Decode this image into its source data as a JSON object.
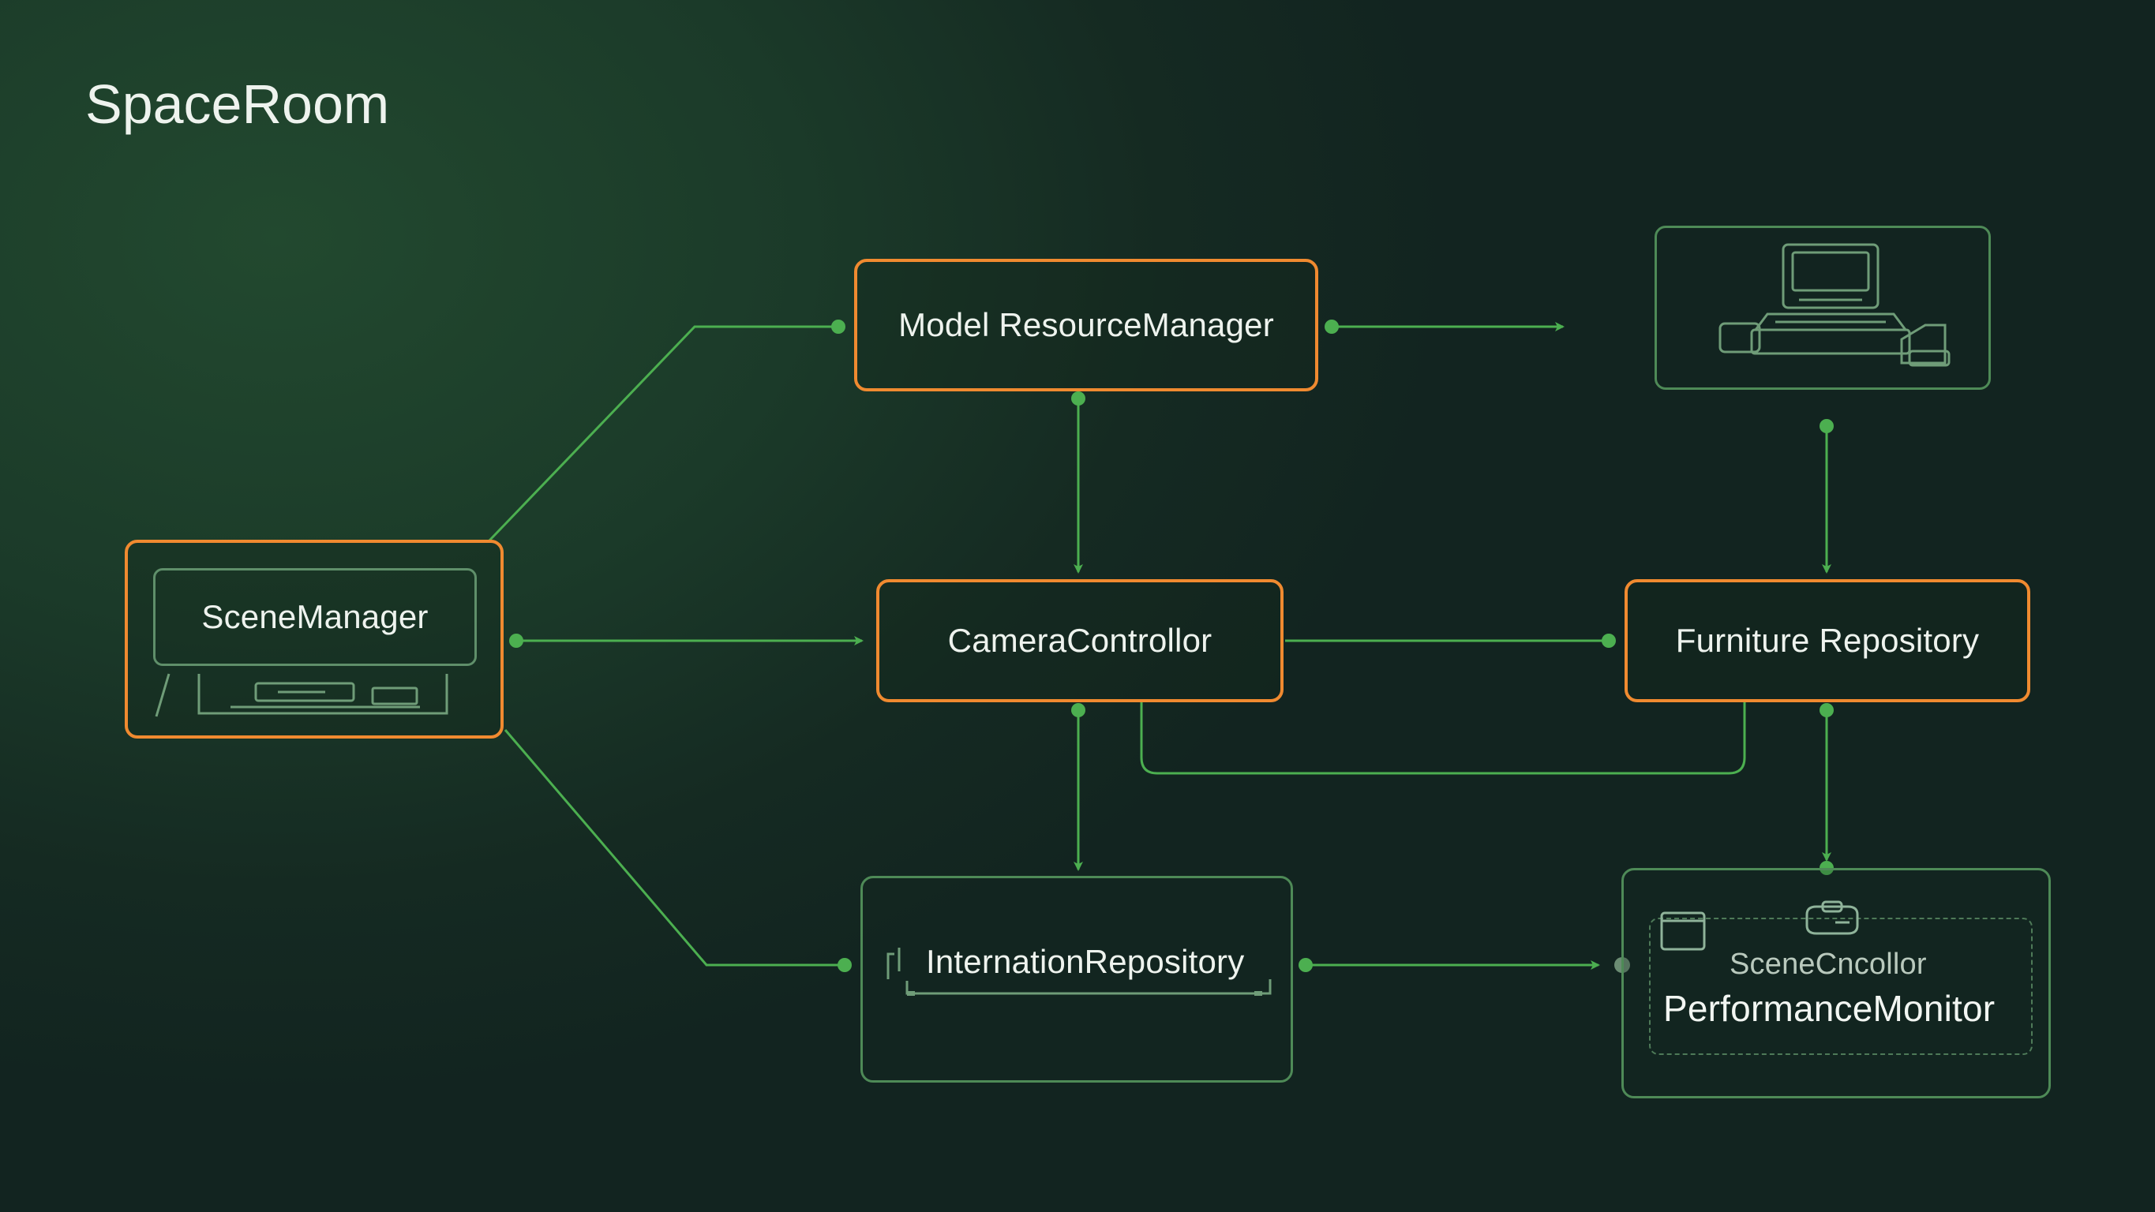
{
  "title": "SpaceRoom",
  "nodes": {
    "model_resource_manager": "Model ResourceManager",
    "scene_manager": "SceneManager",
    "camera_controller": "CameraControllor",
    "furniture_repository": "Furniture Repository",
    "internation_repository": "InternationRepository",
    "performance_monitor_sub": "SceneCncollor",
    "performance_monitor": "PerformanceMonitor"
  },
  "icons": {
    "scene_manager": "desk-screen-icon",
    "top_right": "computer-workstation-icon",
    "performance_monitor": "monitor-and-controller-icons"
  },
  "colors": {
    "accent_orange": "#f08a30",
    "wire_green": "#4caf50",
    "box_green": "#4e8a57"
  }
}
